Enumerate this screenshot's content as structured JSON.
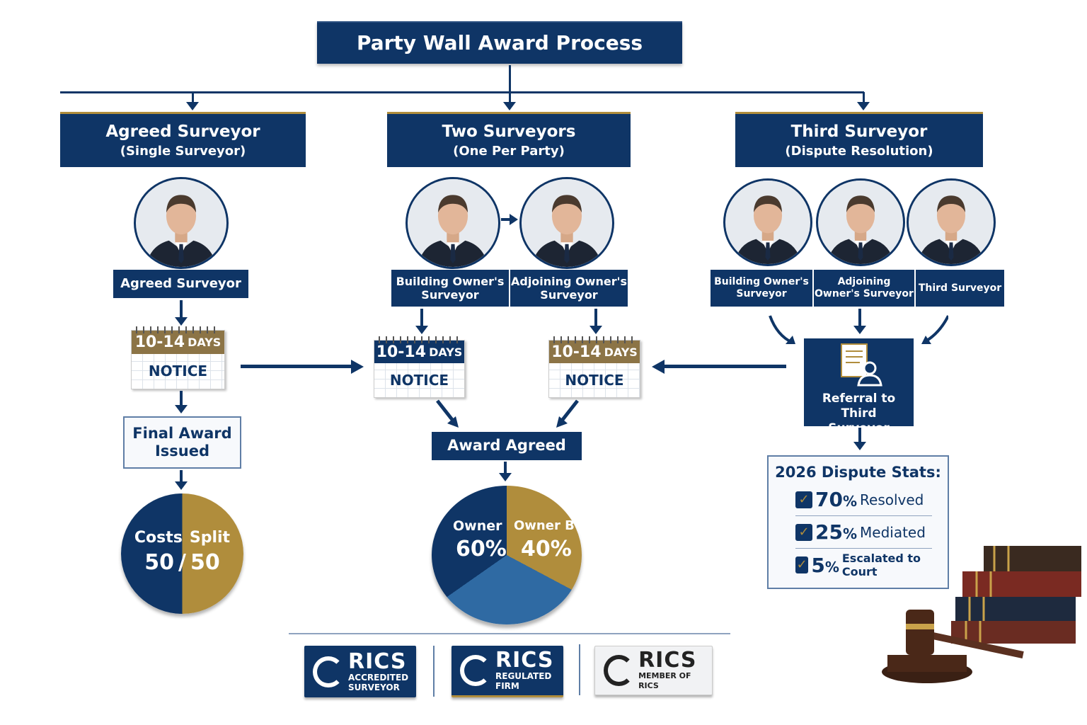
{
  "title": "Party Wall Award Process",
  "columns": [
    {
      "title": "Agreed Surveyor",
      "subtitle": "(Single Surveyor)",
      "roles": [
        "Agreed Surveyor"
      ]
    },
    {
      "title": "Two Surveyors",
      "subtitle": "(One Per Party)",
      "roles": [
        "Building Owner's Surveyor",
        "Adjoining Owner's Surveyor"
      ]
    },
    {
      "title": "Third Surveyor",
      "subtitle": "(Dispute Resolution)",
      "roles": [
        "Building Owner's Surveyor",
        "Adjoining Owner's Surveyor",
        "Third Surveyor"
      ]
    }
  ],
  "notice": {
    "days": "10-14",
    "unit": "DAYS",
    "label": "NOTICE"
  },
  "final_award": "Final Award Issued",
  "award_agreed": "Award Agreed",
  "referral": "Referral to Third Surveyor",
  "costs_pie": {
    "label_left": "Costs",
    "label_right": "Split",
    "value_left": "50",
    "value_right": "50",
    "sep": "/",
    "colors": [
      "#0f3566",
      "#b08d3c"
    ]
  },
  "owner_pie": {
    "series": [
      {
        "label": "Owner",
        "value": "60%"
      },
      {
        "label": "Owner B",
        "value": "40%"
      }
    ],
    "colors": [
      "#0f3566",
      "#b08d3c",
      "#2f6aa3"
    ]
  },
  "stats": {
    "title": "2026 Dispute Stats:",
    "items": [
      {
        "pct": "70",
        "unit": "%",
        "label": "Resolved"
      },
      {
        "pct": "25",
        "unit": "%",
        "label": "Mediated"
      },
      {
        "pct": "5",
        "unit": "%",
        "label": "Escalated to Court"
      }
    ]
  },
  "logos": [
    {
      "brand": "RICS",
      "line1": "ACCREDITED",
      "line2": "SURVEYOR"
    },
    {
      "brand": "RICS",
      "line1": "REGULATED",
      "line2": "FIRM"
    },
    {
      "brand": "RICS",
      "line1": "MEMBER OF RICS",
      "line2": ""
    }
  ],
  "colors": {
    "navy": "#0f3566",
    "gold": "#b08d3c"
  }
}
